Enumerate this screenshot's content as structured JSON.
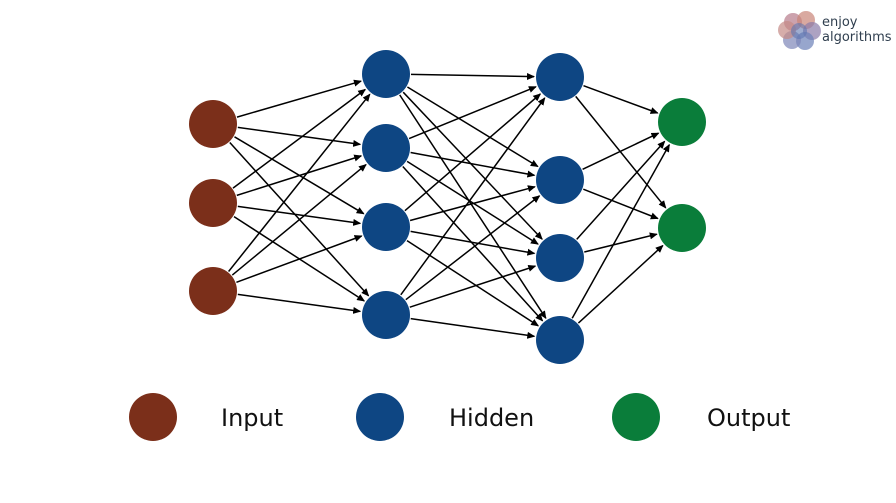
{
  "logo": {
    "line1": "enjoy",
    "line2": "algorithms"
  },
  "colors": {
    "input": "#7b2f1a",
    "hidden": "#0e4683",
    "output": "#0a7d3a",
    "edge": "#000000"
  },
  "network": {
    "layers": [
      {
        "name": "input",
        "type": "input",
        "nodes": 3
      },
      {
        "name": "hidden-1",
        "type": "hidden",
        "nodes": 4
      },
      {
        "name": "hidden-2",
        "type": "hidden",
        "nodes": 4
      },
      {
        "name": "output",
        "type": "output",
        "nodes": 2
      }
    ],
    "connectivity": "fully-connected"
  },
  "legend": [
    {
      "type": "input",
      "label": "Input"
    },
    {
      "type": "hidden",
      "label": "Hidden"
    },
    {
      "type": "output",
      "label": "Output"
    }
  ]
}
